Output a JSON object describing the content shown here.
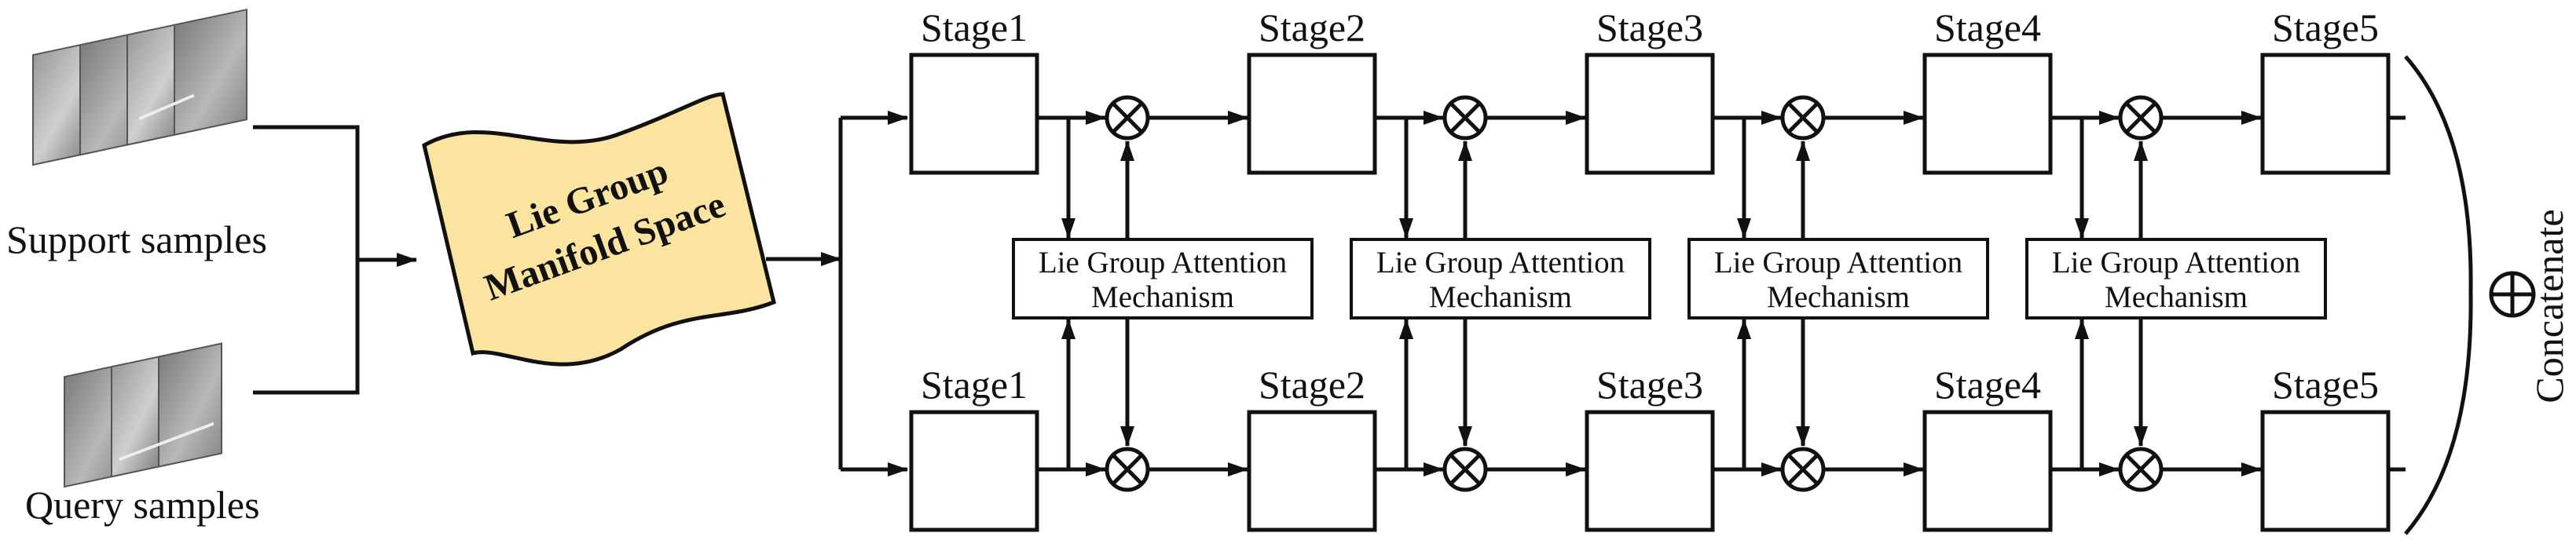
{
  "samples": {
    "support_label": "Support samples",
    "query_label": "Query samples"
  },
  "manifold": {
    "line1": "Lie Group",
    "line2": "Manifold Space",
    "fill_color": "#fbe3a0"
  },
  "stages": {
    "top": [
      "Stage1",
      "Stage2",
      "Stage3",
      "Stage4",
      "Stage5"
    ],
    "bottom": [
      "Stage1",
      "Stage2",
      "Stage3",
      "Stage4",
      "Stage5"
    ]
  },
  "attention": {
    "line1": "Lie Group Attention",
    "line2": "Mechanism",
    "count": 4
  },
  "operators": {
    "multiply": "⊗",
    "concat": "⊕"
  },
  "output": {
    "label": "Concatenate"
  }
}
